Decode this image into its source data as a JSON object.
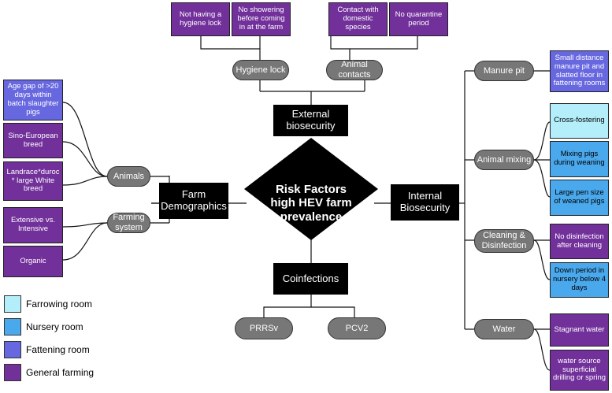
{
  "center": "Risk Factors high HEV farm prevalence",
  "colors": {
    "farrowing_room": "#b3eefa",
    "nursery_room": "#4aa8ec",
    "fattening_room": "#6767e0",
    "general_farming": "#71309a"
  },
  "categories": {
    "external": "External biosecurity",
    "internal": "Internal Biosecurity",
    "demographics": "Farm Demographics",
    "coinfections": "Coinfections"
  },
  "subcategories": {
    "hygiene_lock": "Hygiene lock",
    "animal_contacts": "Animal contacts",
    "animals": "Animals",
    "farming_system": "Farming system",
    "manure_pit": "Manure pit",
    "animal_mixing": "Animal mixing",
    "cleaning": "Cleaning & Disinfection",
    "water": "Water",
    "prrsv": "PRRSv",
    "pcv2": "PCV2"
  },
  "leaves": {
    "no_hygiene_lock": "Not having a hygiene lock",
    "no_showering": "No showering before coming in at the farm",
    "contact_domestic": "Contact with domestic species",
    "no_quarantine": "No quarantine period",
    "age_gap": "Age gap of >20 days within batch slaughter pigs",
    "sino_european": "Sino-European breed",
    "landrace": "Landrace*duroc * large White breed",
    "extensive": "Extensive vs. Intensive",
    "organic": "Organic",
    "small_distance": "Small distance manure pit and slatted floor in fattening rooms",
    "cross_fostering": "Cross-fostering",
    "mixing_weaning": "Mixing pigs during weaning",
    "large_pen": "Large pen size of weaned pigs",
    "no_disinfection": "No disinfection after cleaning",
    "down_period": "Down period in nursery below 4 days",
    "stagnant_water": "Stagnant water",
    "water_source": "water source superficial drilling or spring"
  },
  "legend": {
    "farrowing": "Farrowing room",
    "nursery": "Nursery room",
    "fattening": "Fattening room",
    "general": "General farming"
  }
}
